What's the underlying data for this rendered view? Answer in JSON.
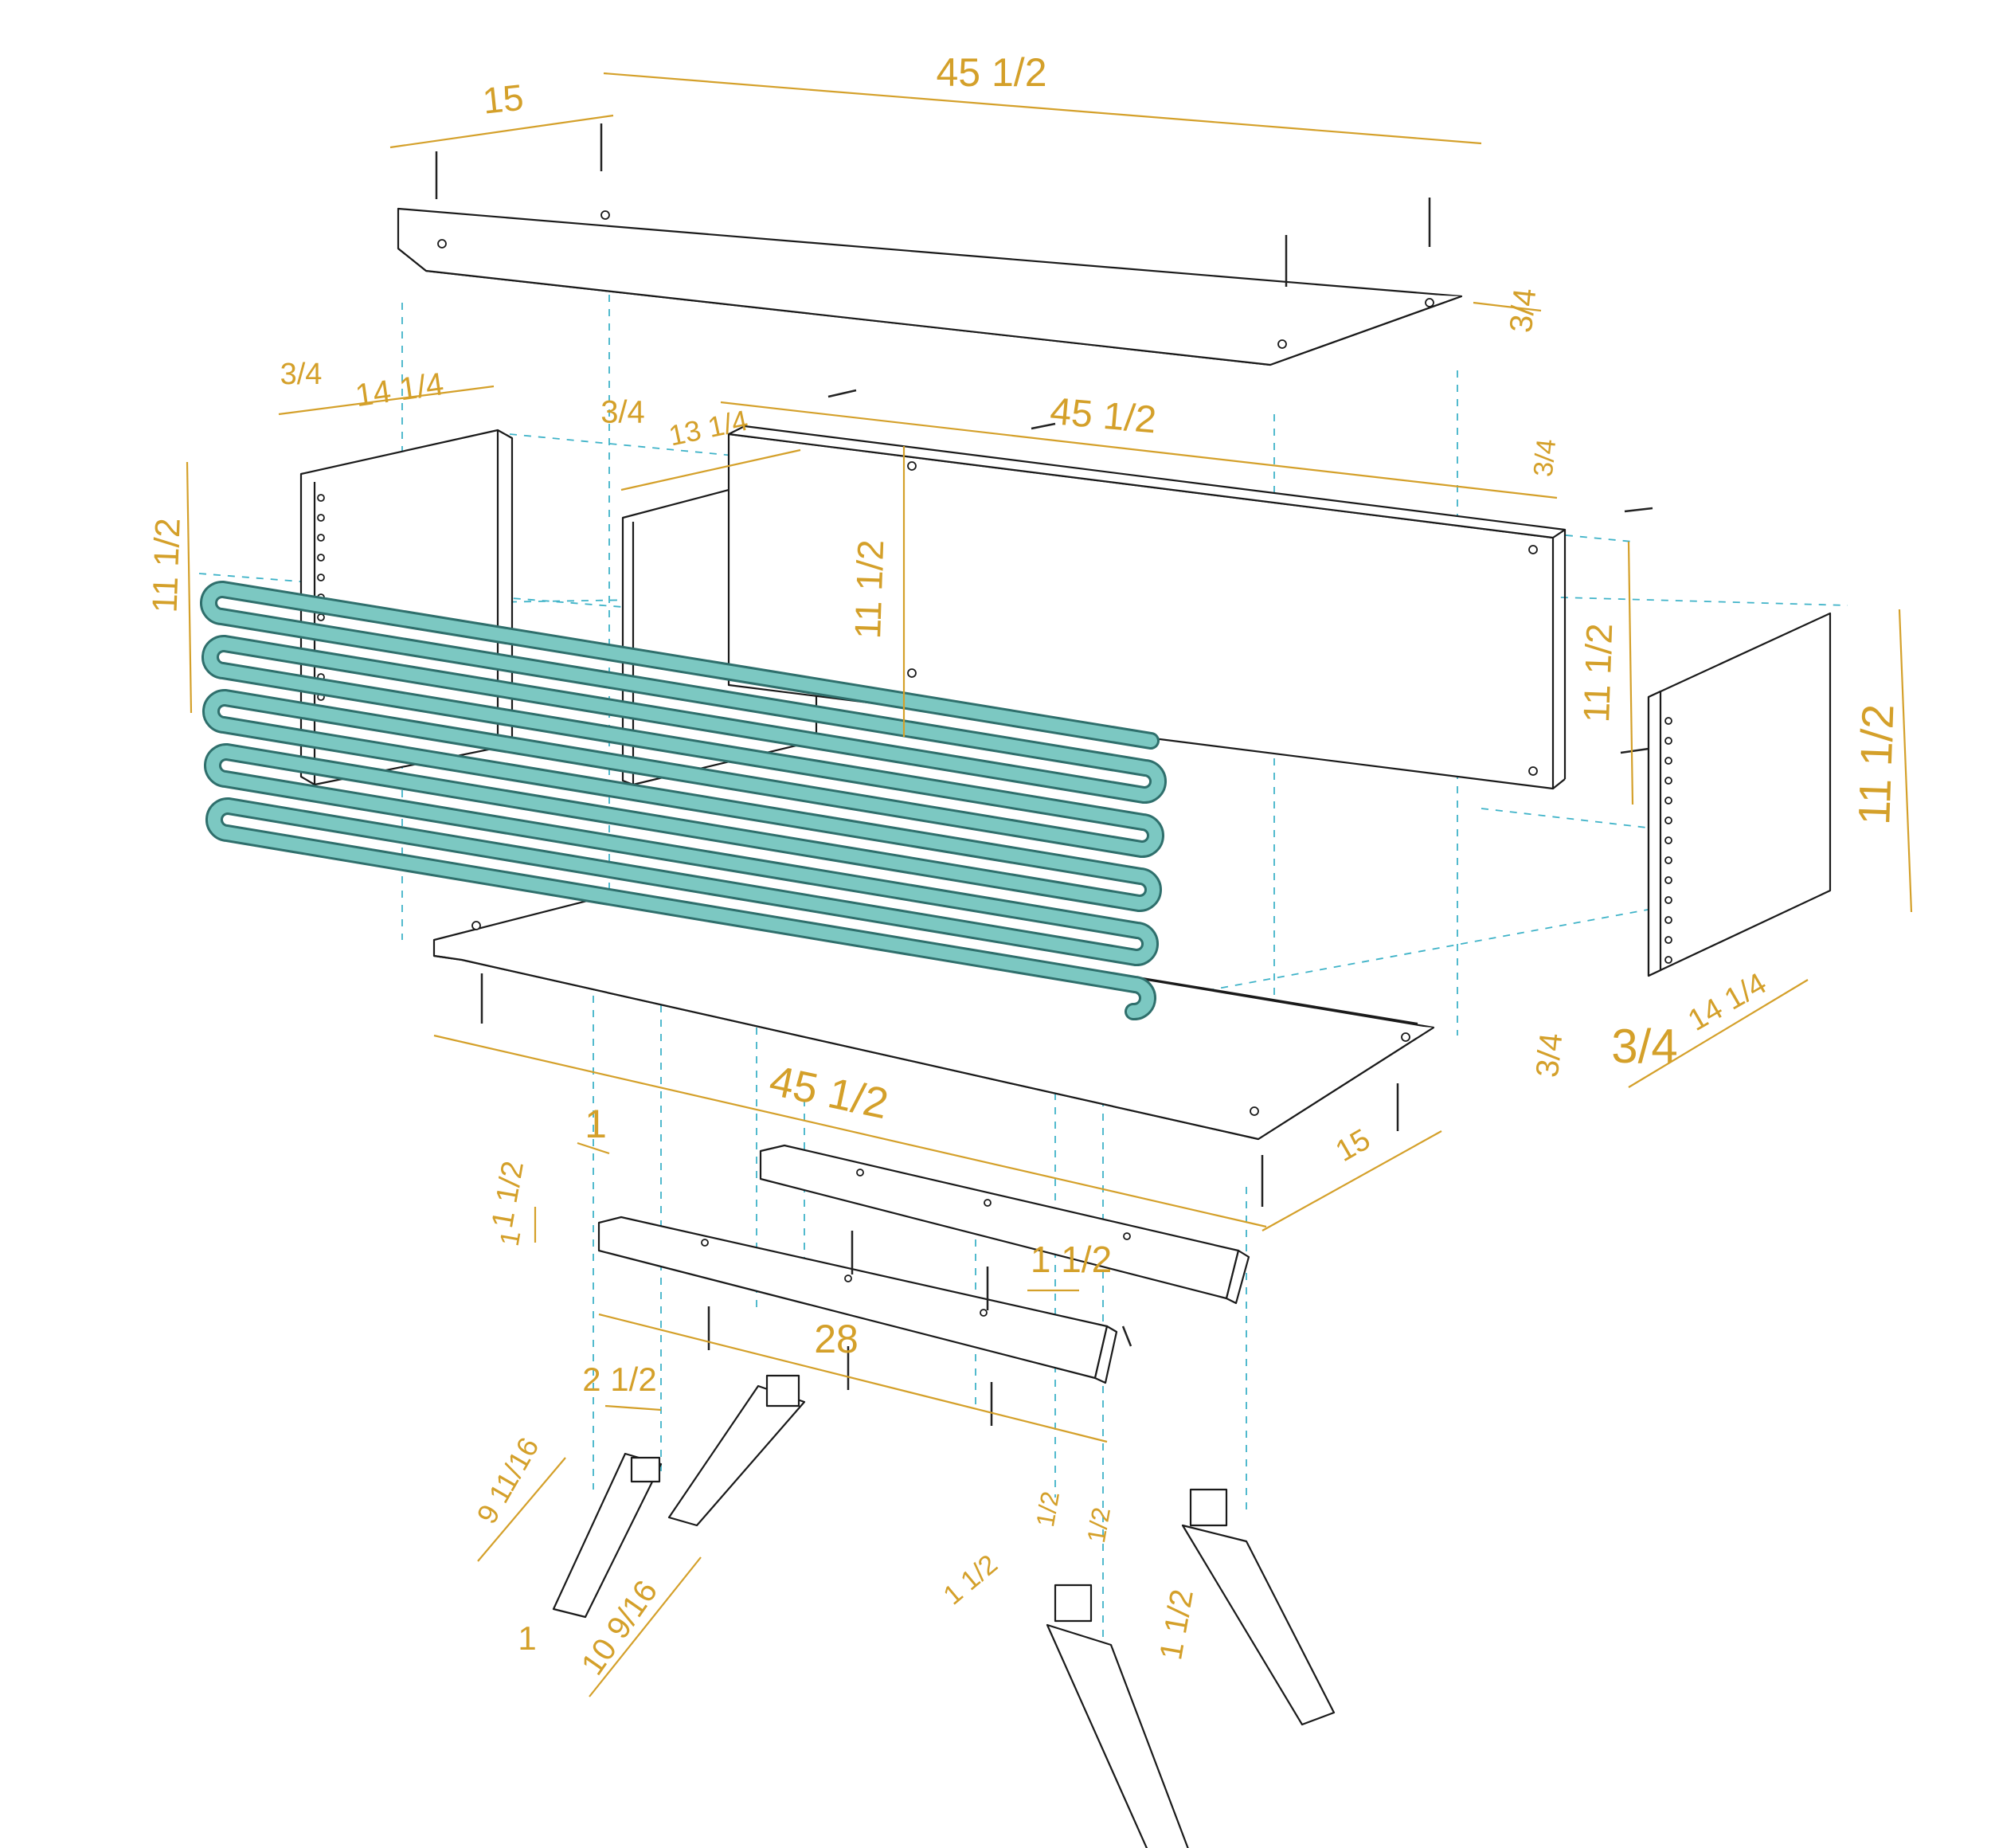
{
  "diagram": {
    "colors": {
      "dimension": "#d4a02a",
      "guide": "#3fb3c8",
      "tube": "#7cc8c2",
      "tube_edge": "#2f6f6c",
      "outline": "#1a1a1a"
    },
    "dimensions": {
      "top_depth": "15",
      "top_length": "45 1/2",
      "top_thickness": "3/4",
      "left_side_thickness": "3/4",
      "left_side_depth": "14 1/4",
      "left_side_height": "11 1/2",
      "partition_thickness": "3/4",
      "partition_depth": "13 1/4",
      "back_length": "45 1/2",
      "back_thickness": "3/4",
      "partition_height": "11 1/2",
      "back_height": "11 1/2",
      "right_side_height": "11 1/2",
      "bottom_length": "45 1/2",
      "bottom_thickness": "3/4",
      "right_side_thickness": "3/4",
      "right_side_depth": "14 1/4",
      "bottom_depth": "15",
      "rail_width": "1",
      "rail_height_a": "1 1/2",
      "rail_height_b": "1",
      "rail_length": "28",
      "rail_notch": "1 1/2",
      "leg_width_top": "2 1/2",
      "leg_length_inner": "9 11/16",
      "leg_length_outer": "10 9/16",
      "leg_width_bottom": "1",
      "leg_tenon_a": "1/2",
      "leg_tenon_b": "1/2",
      "leg_side_a": "1 1/2",
      "leg_side_b": "1 1/2"
    }
  }
}
